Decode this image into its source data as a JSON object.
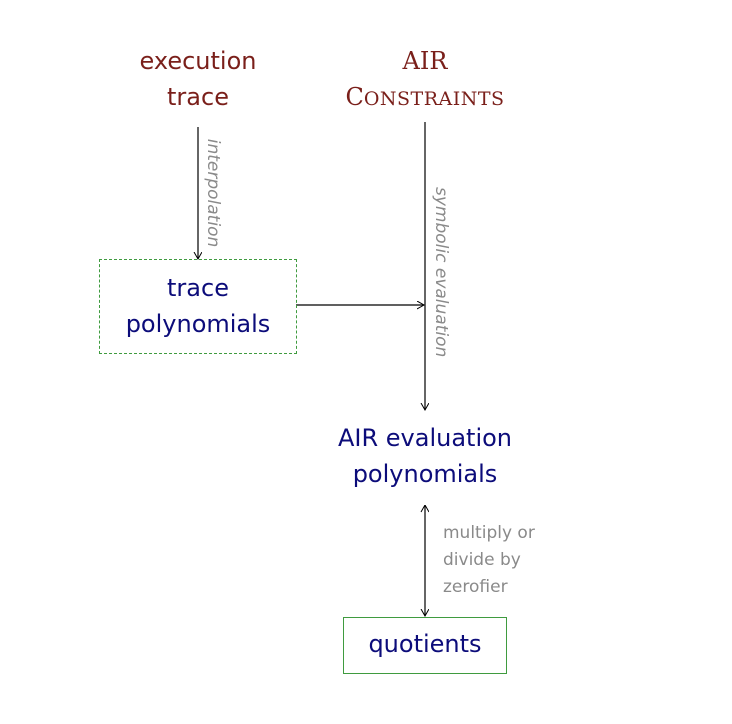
{
  "nodes": {
    "execution_trace": [
      "execution",
      "trace"
    ],
    "air_constraints": {
      "line1": "AIR",
      "line2_first": "C",
      "line2_rest": "onstraints"
    },
    "trace_polynomials": [
      "trace",
      "polynomials"
    ],
    "air_evaluation_polynomials": [
      "AIR evaluation",
      "polynomials"
    ],
    "quotients": "quotients"
  },
  "edges": {
    "interpolation": "interpolation",
    "symbolic_evaluation": "symbolic evaluation",
    "multiply_divide": [
      "multiply or",
      "divide by",
      "zerofier"
    ]
  },
  "colors": {
    "source_text": "#7a1f1a",
    "poly_text": "#0c0c7a",
    "box_border": "#3f9b3f",
    "edge_label": "#8a8a8a",
    "arrow": "#000000"
  }
}
